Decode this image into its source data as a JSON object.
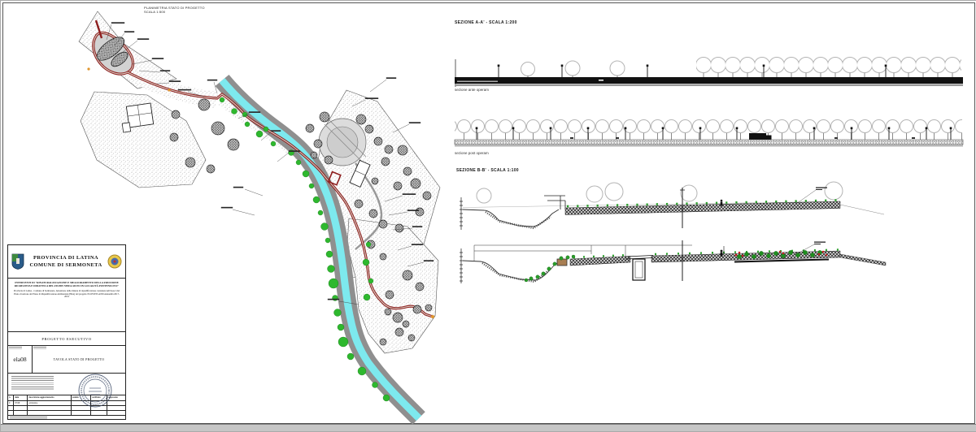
{
  "plan": {
    "title": "PLANIMETRIA STATO DI PROGETTO",
    "scale": "SCALA 1:500"
  },
  "sections": {
    "a_label": "SEZIONE A-A' - SCALA 1:200",
    "ante_label": "sezione ante operam",
    "post_label": "sezione post operam",
    "b_label": "SEZIONE B-B' - SCALA 1:100"
  },
  "title_block": {
    "province": "PROVINCIA DI LATINA",
    "municipality": "COMUNE DI SERMONETA",
    "project_title": "INTERVENTI DI \"RINATURALIZZAZIONE E MIGLIORAMENTO DELLA FRUIZIONE RICREATIVA E DIDATTICA DEL FIUME NINFA-SISTO IN LOCALITÀ PONTENUOVO\"",
    "project_subtitle": "Provincia di Latina - Comune di Sermoneta. Attuazione delle misure di riqualificazione contenute nell'Asse I del Piano di Azione del Piano di Riqualificazione Ambientale (PRA) del progetto ECOWETLAND Annualità 2017-2019",
    "phase": "PROGETTO ESECUTIVO",
    "sheet_code": "ela08",
    "sheet_title": "TAVOLA STATO DI PROGETTO",
    "revision_headers": [
      "n.",
      "data",
      "descrizione aggiornamento",
      "redatto",
      "verificato",
      "approvato"
    ],
    "revisions": [
      {
        "n": "0",
        "data": "07/18",
        "desc": "emissione",
        "redatto": "",
        "verificato": "",
        "approvato": ""
      }
    ]
  },
  "palette": {
    "river_cyan": "#7de9ee",
    "river_bank_gray": "#8f8f8f",
    "trail_red": "#8e1f1f",
    "tree_green": "#2eb82e",
    "marker_orange": "#e0962e"
  }
}
